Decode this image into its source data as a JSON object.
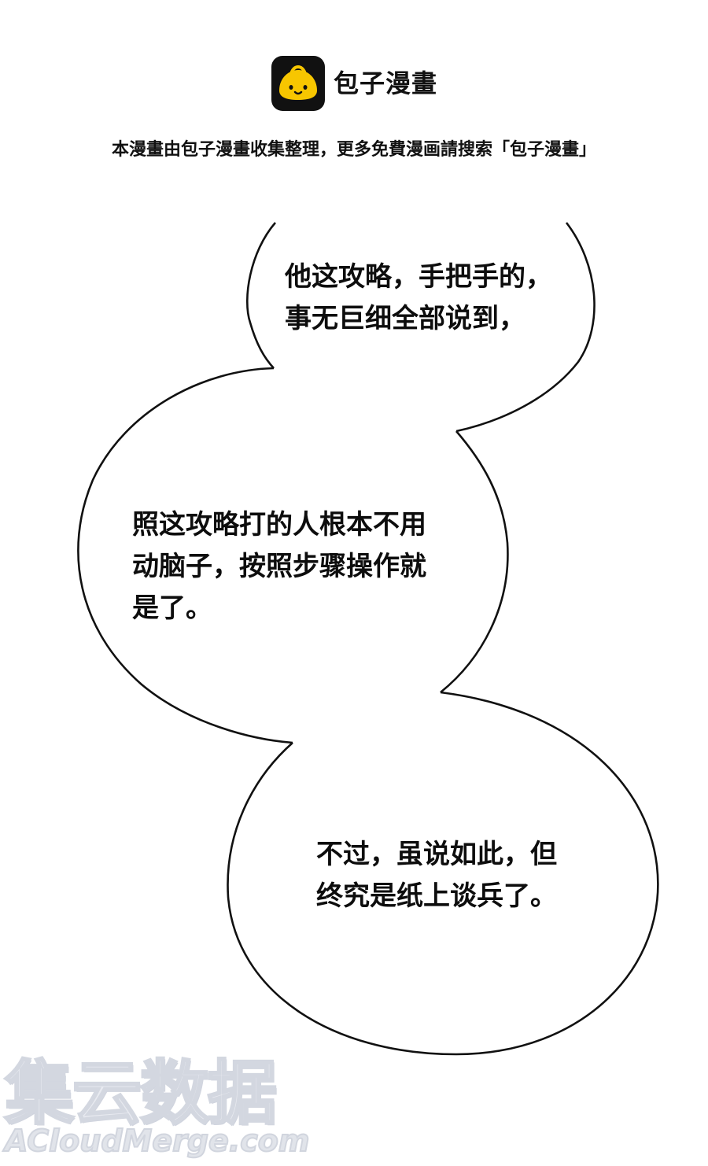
{
  "header": {
    "logo_icon": "steamed-bun-icon",
    "brand_name": "包子漫畫",
    "notice": "本漫畫由包子漫畫收集整理，更多免費漫画請搜索「包子漫畫」"
  },
  "bubbles": [
    {
      "lines": [
        "他这攻略，手把手的，",
        "事无巨细全部说到，"
      ]
    },
    {
      "lines": [
        "照这攻略打的人根本不用",
        "动脑子，按照步骤操作就",
        "是了。"
      ]
    },
    {
      "lines": [
        "不过，虽说如此，但",
        "终究是纸上谈兵了。"
      ]
    }
  ],
  "watermark": {
    "text_cn": "集云数据",
    "text_en": "ACloudMerge.com"
  },
  "colors": {
    "logo_bg": "#111111",
    "logo_bun": "#f7c600",
    "ink": "#111111",
    "watermark": "#e1e4ea"
  }
}
